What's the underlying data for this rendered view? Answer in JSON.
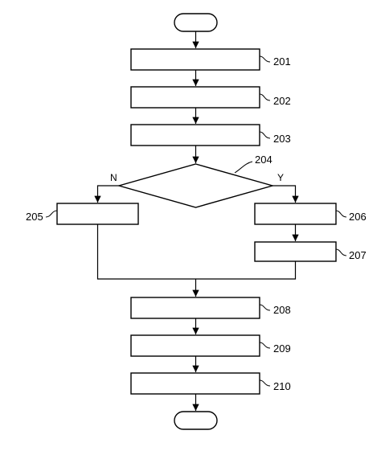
{
  "flowchart": {
    "reference_numerals": {
      "s201": "201",
      "s202": "202",
      "s203": "203",
      "s204": "204",
      "s205": "205",
      "s206": "206",
      "s207": "207",
      "s208": "208",
      "s209": "209",
      "s210": "210"
    },
    "branch_labels": {
      "no": "N",
      "yes": "Y"
    }
  }
}
